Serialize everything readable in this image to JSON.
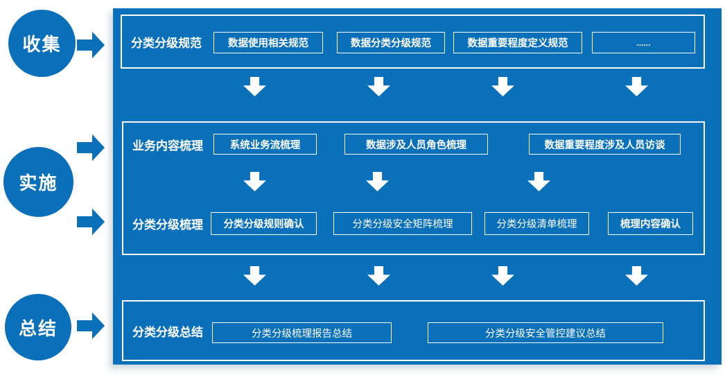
{
  "colors": {
    "primary_blue": "#0b70ba",
    "text_on_blue": "#ffffff"
  },
  "stages": {
    "collect": "收集",
    "implement": "实施",
    "summarize": "总结"
  },
  "spec_row": {
    "title": "分类分级规范",
    "items": [
      "数据使用相关规范",
      "数据分类分级规范",
      "数据重要程度定义规范",
      "......"
    ]
  },
  "implement_panel": {
    "business_row": {
      "title": "业务内容梳理",
      "items": [
        "系统业务流梳理",
        "数据涉及人员角色梳理",
        "数据重要程度涉及人员访谈"
      ]
    },
    "sorting_row": {
      "title": "分类分级梳理",
      "items": [
        "分类分级规则确认",
        "分类分级安全矩阵梳理",
        "分类分级清单梳理",
        "梳理内容确认"
      ]
    }
  },
  "summary_row": {
    "title": "分类分级总结",
    "items": [
      "分类分级梳理报告总结",
      "分类分级安全管控建议总结"
    ]
  }
}
